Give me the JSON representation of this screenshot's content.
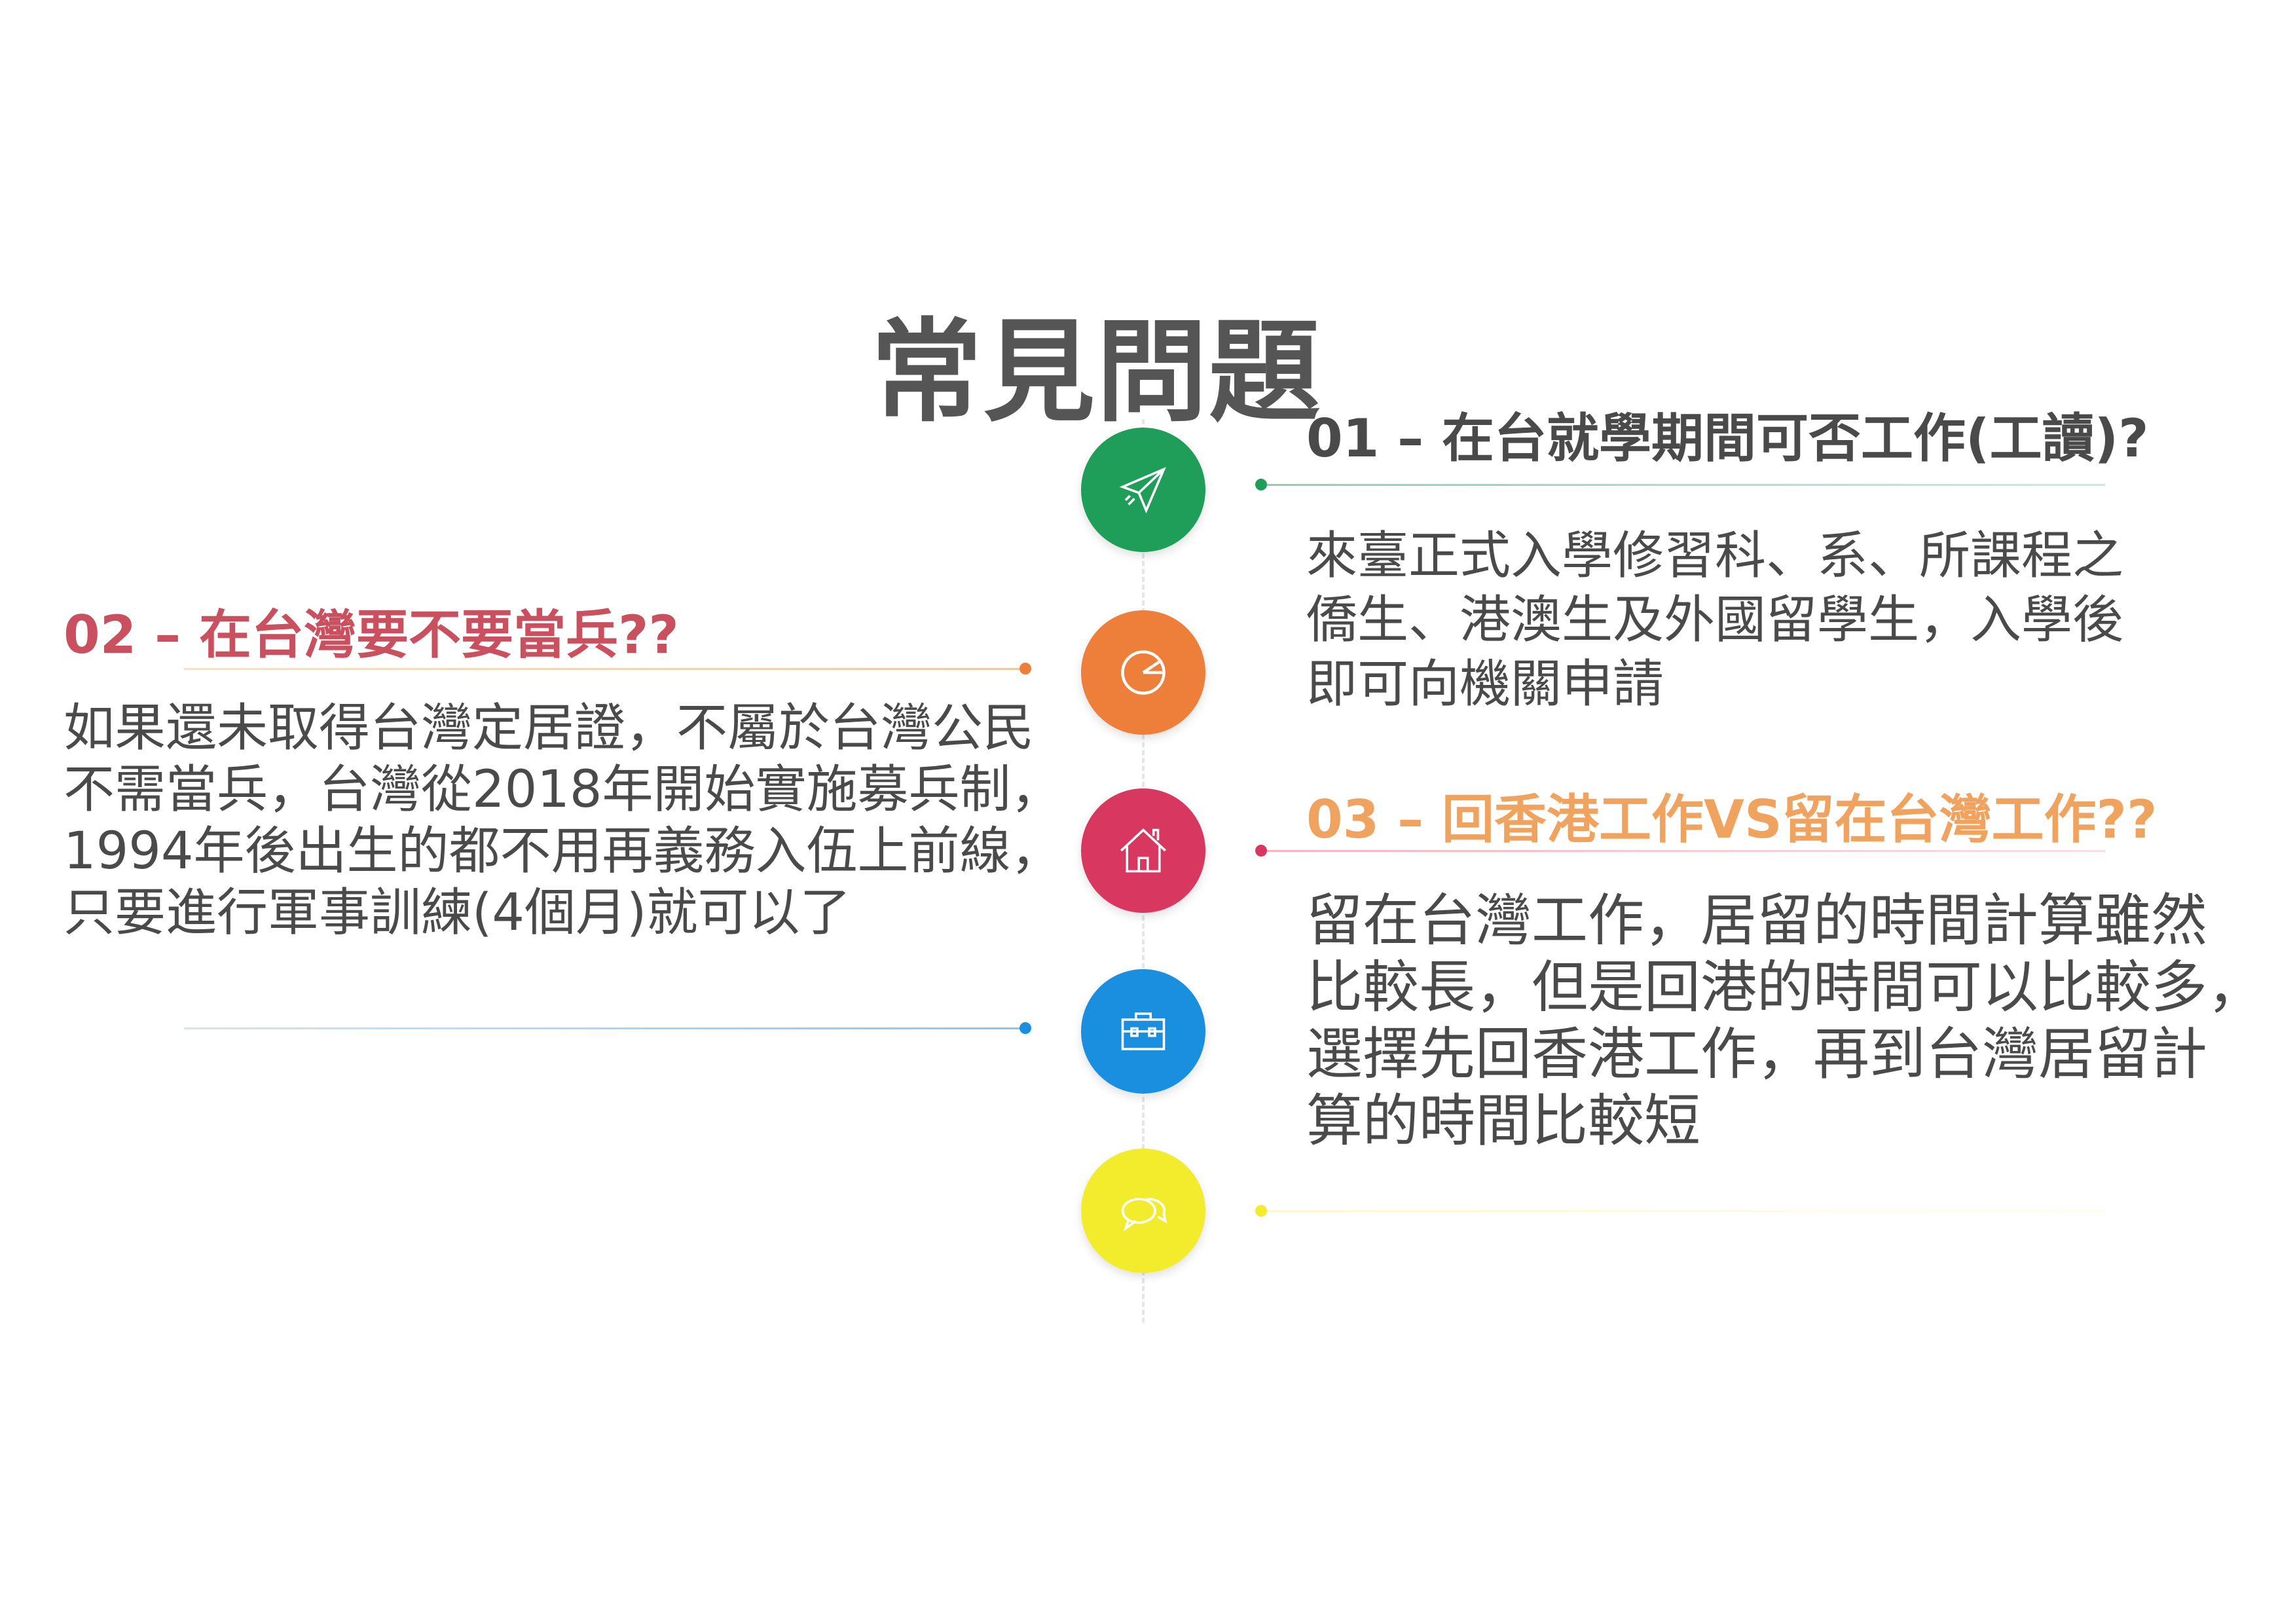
{
  "title": "常見問題",
  "colors": {
    "green": "#1f9e5a",
    "orange": "#ee7f3a",
    "pink": "#d8375f",
    "blue": "#1a8fe0",
    "yellow": "#f3ec2c",
    "heading02": "#c9505e",
    "heading03": "#f0a35e",
    "text": "#4a4a4a"
  },
  "timeline_icons": [
    "paper-plane-icon",
    "pie-chart-icon",
    "house-icon",
    "briefcase-icon",
    "chat-bubbles-icon"
  ],
  "faq": [
    {
      "heading": "01 – 在台就學期間可否工作(工讀)?",
      "lines": [
        "來臺正式入學修習科、系、所課程之",
        "僑生、港澳生及外國留學生，入學後",
        "即可向機關申請"
      ]
    },
    {
      "heading": "02 – 在台灣要不要當兵??",
      "lines": [
        "如果還未取得台灣定居證，不屬於台灣公民",
        "不需當兵，台灣從2018年開始實施募兵制，",
        "1994年後出生的都不用再義務入伍上前線，",
        "只要進行軍事訓練(4個月)就可以了"
      ]
    },
    {
      "heading": "03 – 回香港工作VS留在台灣工作??",
      "lines": [
        "留在台灣工作，居留的時間計算雖然",
        "比較長，但是回港的時間可以比較多，",
        "選擇先回香港工作，再到台灣居留計",
        "算的時間比較短"
      ]
    }
  ]
}
